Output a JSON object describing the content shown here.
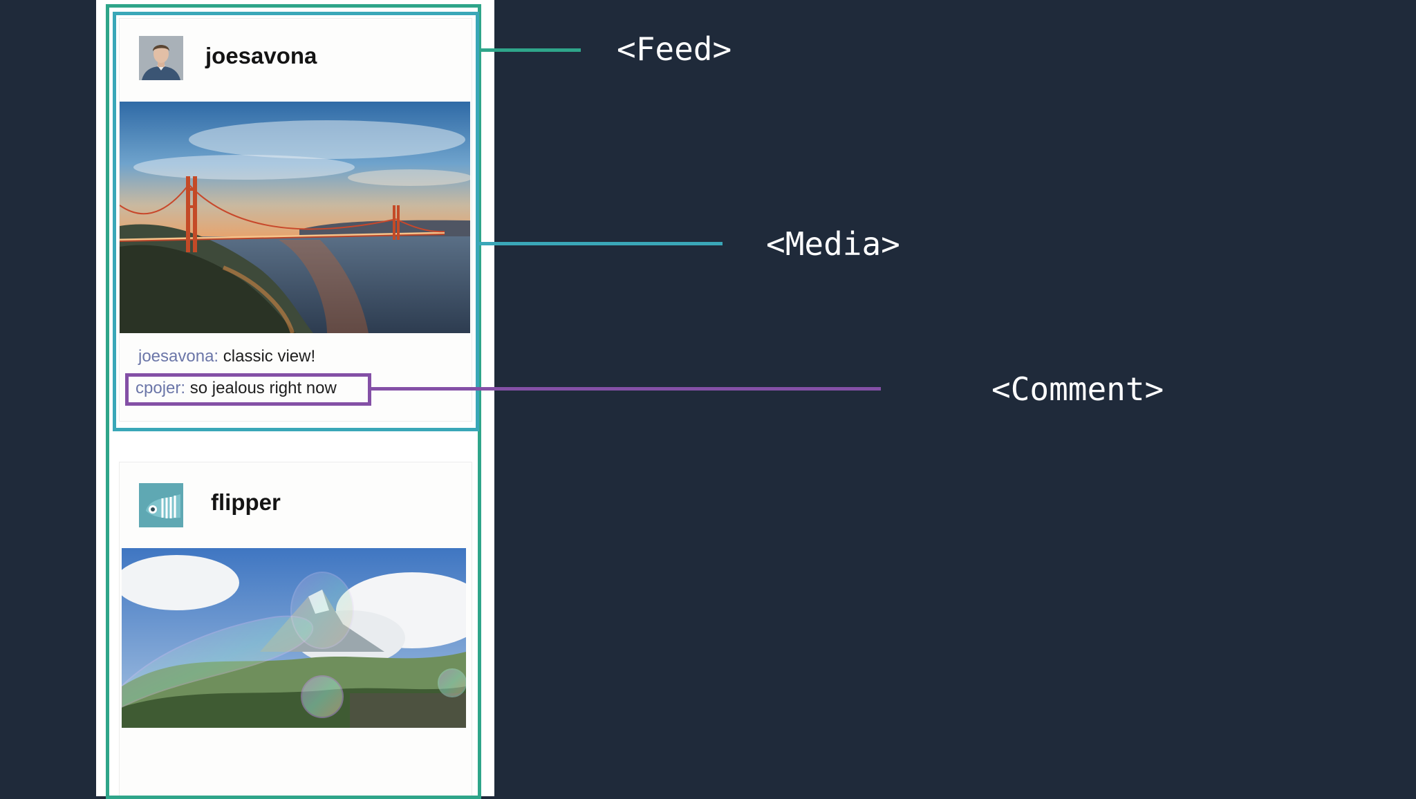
{
  "posts": [
    {
      "username": "joesavona",
      "comments": [
        {
          "author": "joesavona:",
          "text": " classic view!"
        },
        {
          "author": "cpojer:",
          "text": " so jealous right now"
        }
      ]
    },
    {
      "username": "flipper",
      "comments": []
    }
  ],
  "labels": {
    "feed": "<Feed>",
    "media": "<Media>",
    "comment": "<Comment>"
  },
  "colors": {
    "background": "#1f2a3a",
    "feed": "#2fa58a",
    "media": "#3aa7b8",
    "comment": "#8450a6",
    "author": "#6b76a8"
  }
}
